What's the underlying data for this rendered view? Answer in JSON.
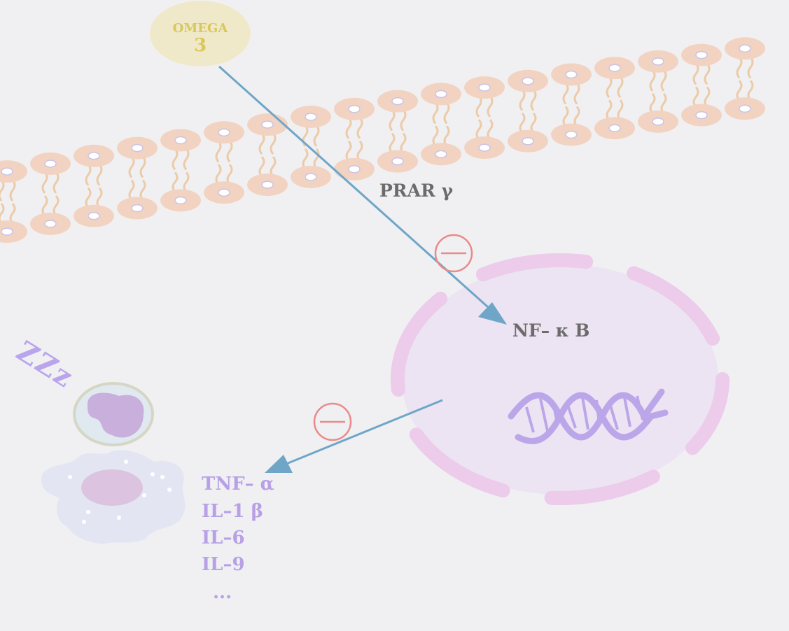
{
  "omega": {
    "line1": "OMEGA",
    "line2": "3"
  },
  "labels": {
    "prar": "PRAR γ",
    "nfkb": "NF– κ B"
  },
  "cytokines": [
    "TNF– α",
    "IL–1 β",
    "IL–6",
    "IL–9",
    "..."
  ],
  "sleep": "ZZz",
  "colors": {
    "background": "#f0f0f2",
    "lipid_head": "#f2d3c2",
    "lipid_tail": "#eccba8",
    "arrow": "#6fa6c8",
    "inhibit": "#ea8a8a",
    "nucleus_fill": "#ece4f2",
    "nucleus_membrane": "#eccbeb",
    "dna": "#bba6ea",
    "text_gray": "#6b6b6b",
    "cytokine_text": "#b7a0e6",
    "omega_fill": "#efe9c9",
    "omega_text": "#d9c75c"
  },
  "icons": [
    "omega-3-molecule",
    "lipid-bilayer",
    "inhibition-symbol",
    "nucleus",
    "dna-helix",
    "lymphocyte-cell",
    "macrophage-cell",
    "sleep-icon"
  ]
}
